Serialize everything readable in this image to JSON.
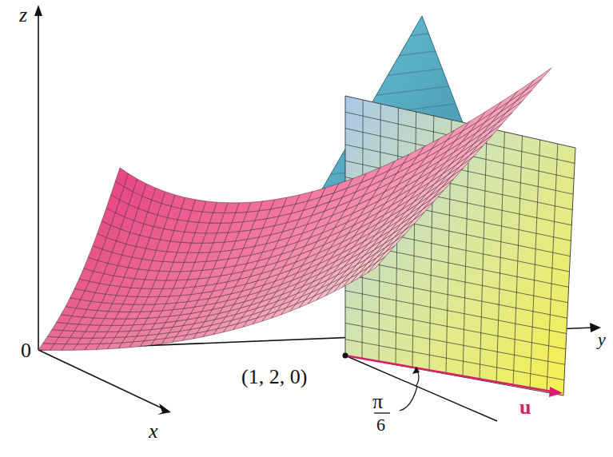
{
  "diagram": {
    "labels": [
      "z",
      "0",
      "x",
      "y",
      "(1, 2, 0)",
      "π",
      "6",
      "u"
    ]
  }
}
